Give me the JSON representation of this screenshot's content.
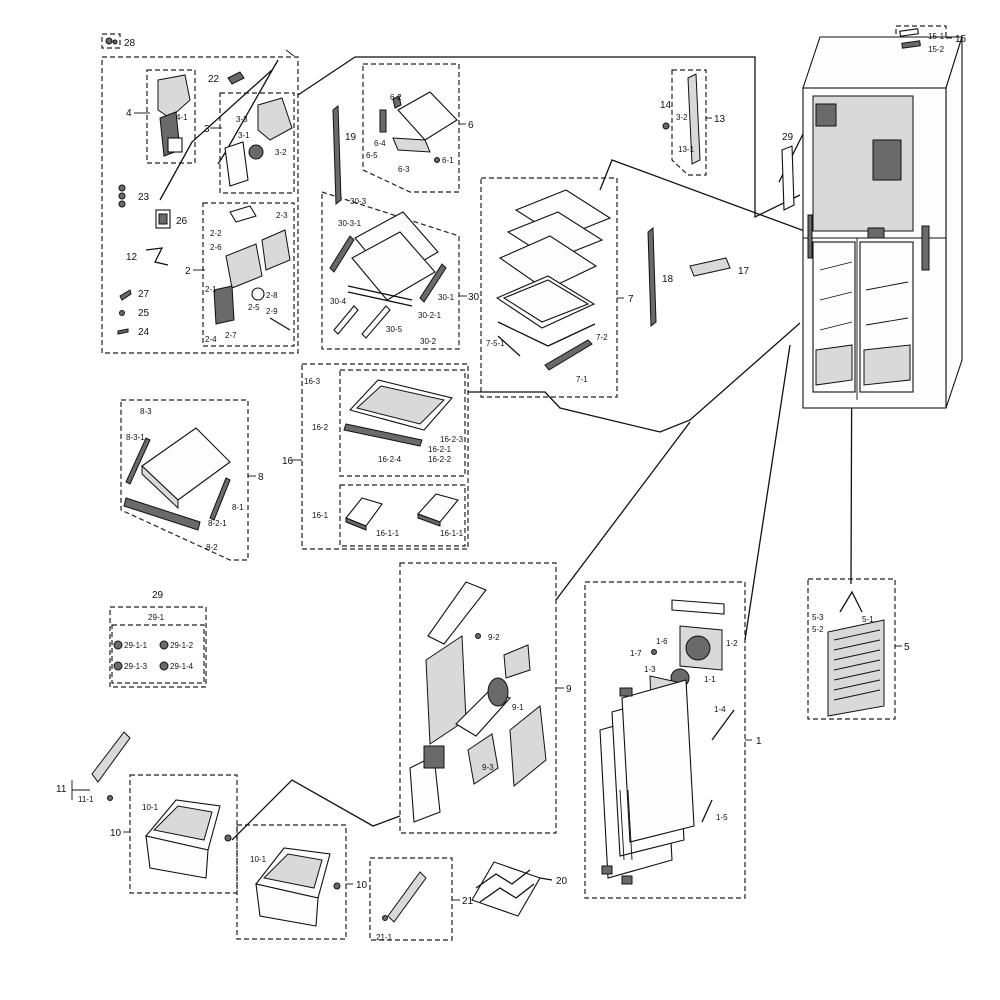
{
  "labels": {
    "l28": "28",
    "l15": "15",
    "l15_1": "15-1",
    "l15_2": "15-2",
    "l4": "4",
    "l4_1": "4-1",
    "l3": "3",
    "l3_1": "3-1",
    "l3_2": "3-2",
    "l3_3": "3-3",
    "l22": "22",
    "l23": "23",
    "l26": "26",
    "l12": "12",
    "l27": "27",
    "l25": "25",
    "l24": "24",
    "l2": "2",
    "l2_1": "2-1",
    "l2_2": "2-2",
    "l2_3": "2-3",
    "l2_4": "2-4",
    "l2_5": "2-5",
    "l2_6": "2-6",
    "l2_7": "2-7",
    "l2_8": "2-8",
    "l2_9": "2-9",
    "l19": "19",
    "l6": "6",
    "l6_1": "6-1",
    "l6_2": "6-2",
    "l6_3": "6-3",
    "l6_4": "6-4",
    "l6_5": "6-5",
    "l30": "30",
    "l30_1": "30-1",
    "l30_2": "30-2",
    "l30_3": "30-3",
    "l30_3_1": "30-3-1",
    "l30_4": "30-4",
    "l30_5": "30-5",
    "l30_2_1": "30-2-1",
    "l7": "7",
    "l7_1": "7-1",
    "l7_2": "7-2",
    "l7_5_1": "7-5-1",
    "l13": "13",
    "l13_1": "13-1",
    "l13_3_2": "3-2",
    "l14": "14",
    "l29": "29",
    "l18": "18",
    "l17": "17",
    "l8": "8",
    "l8_1": "8-1",
    "l8_2": "8-2",
    "l8_2_1": "8-2-1",
    "l8_3": "8-3",
    "l8_3_1": "8-3-1",
    "l16": "16",
    "l16_1": "16-1",
    "l16_1_1a": "16-1-1",
    "l16_1_1b": "16-1-1",
    "l16_2": "16-2",
    "l16_2_1": "16-2-1",
    "l16_2_2": "16-2-2",
    "l16_2_3": "16-2-3",
    "l16_2_4": "16-2-4",
    "l16_3": "16-3",
    "l29b": "29",
    "l29_1": "29-1",
    "l29_1_1": "29-1-1",
    "l29_1_2": "29-1-2",
    "l29_1_3": "29-1-3",
    "l29_1_4": "29-1-4",
    "l9": "9",
    "l9_1": "9-1",
    "l9_2": "9-2",
    "l9_3": "9-3",
    "l1": "1",
    "l1_1": "1-1",
    "l1_2": "1-2",
    "l1_3": "1-3",
    "l1_4": "1-4",
    "l1_5": "1-5",
    "l1_6": "1-6",
    "l1_7": "1-7",
    "l5": "5",
    "l5_1": "5-1",
    "l5_2": "5-2",
    "l5_3": "5-3",
    "l11": "11",
    "l11_1": "11-1",
    "l10a": "10",
    "l10_1a": "10-1",
    "l10b": "10",
    "l10_1b": "10-1",
    "l21": "21",
    "l21_1": "21-1",
    "l20": "20"
  }
}
